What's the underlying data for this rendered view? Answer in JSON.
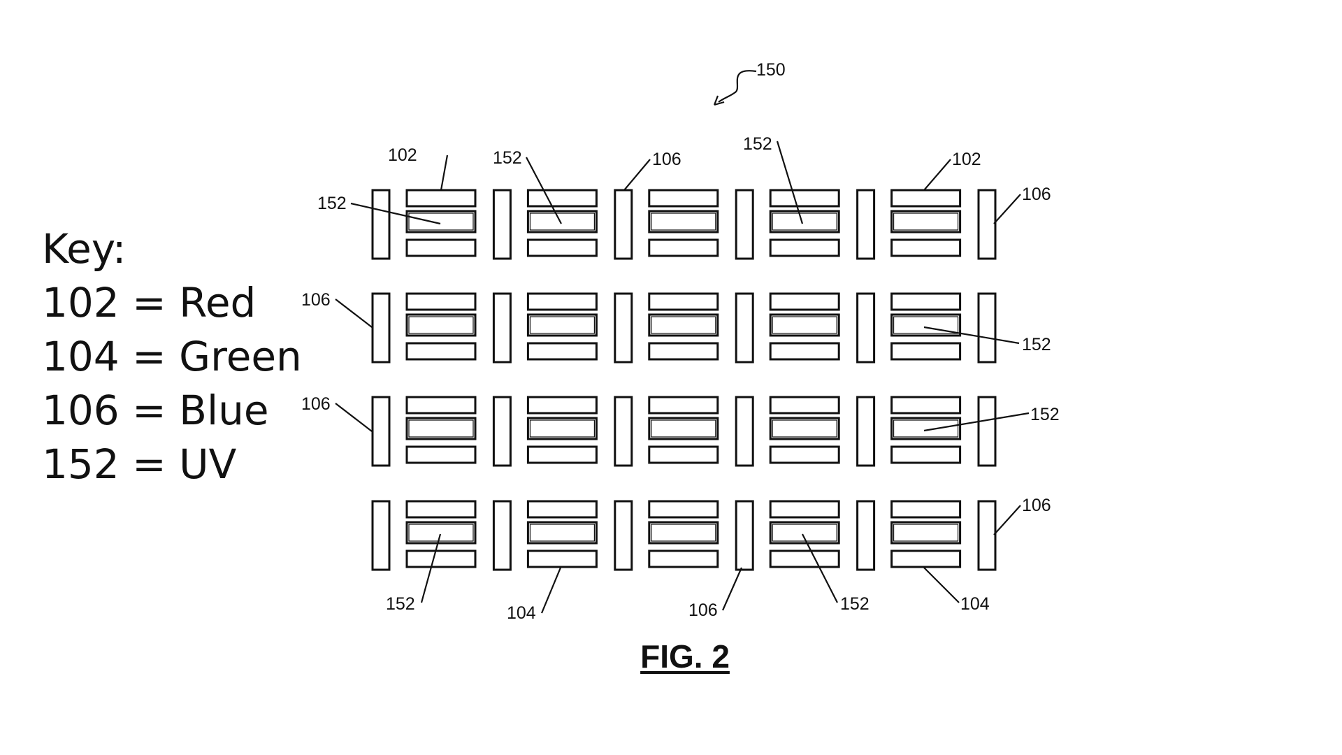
{
  "key": {
    "heading": "Key:",
    "entries": [
      "102 = Red",
      "104 = Green",
      "106 = Blue",
      "152 = UV"
    ]
  },
  "figure_title": "FIG. 2",
  "array": {
    "rows": 4,
    "pixel_groups_per_row": 5,
    "layers_per_group": [
      "red",
      "uv",
      "green"
    ],
    "blue_strips_per_row": 6
  },
  "reference_labels": {
    "array": "150",
    "red": "102",
    "green": "104",
    "blue": "106",
    "uv": "152"
  }
}
